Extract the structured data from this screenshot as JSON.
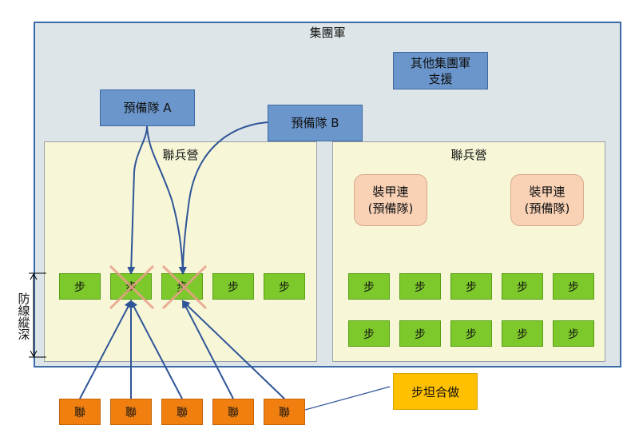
{
  "army": {
    "title": "集團軍"
  },
  "army_support": {
    "line1": "其他集團軍",
    "line2": "支援"
  },
  "reserve_a": {
    "label": "預備隊 A"
  },
  "reserve_b": {
    "label": "預備隊 B"
  },
  "brigade_left": {
    "title": "聯兵營",
    "units": [
      "步",
      "步",
      "步",
      "步",
      "步"
    ]
  },
  "brigade_right": {
    "title": "聯兵營",
    "armor": [
      {
        "line1": "裝甲連",
        "line2": "(預備隊)"
      },
      {
        "line1": "裝甲連",
        "line2": "(預備隊)"
      }
    ],
    "row1": [
      "步",
      "步",
      "步",
      "步",
      "步"
    ],
    "row2": [
      "步",
      "步",
      "步",
      "步",
      "步"
    ]
  },
  "coordination": {
    "units": [
      "聯",
      "聯",
      "聯",
      "聯",
      "聯"
    ]
  },
  "coop_note": {
    "label": "步坦合做"
  },
  "depth": {
    "label": "防線縱深"
  },
  "colors": {
    "infantry": "#7dc82b",
    "reserve": "#6a96cc",
    "armor": "#f9d2b6",
    "coordination": "#f07f10",
    "coop_note": "#ffc000",
    "arrow": "#2f5597",
    "cross": "#e8a08a"
  }
}
